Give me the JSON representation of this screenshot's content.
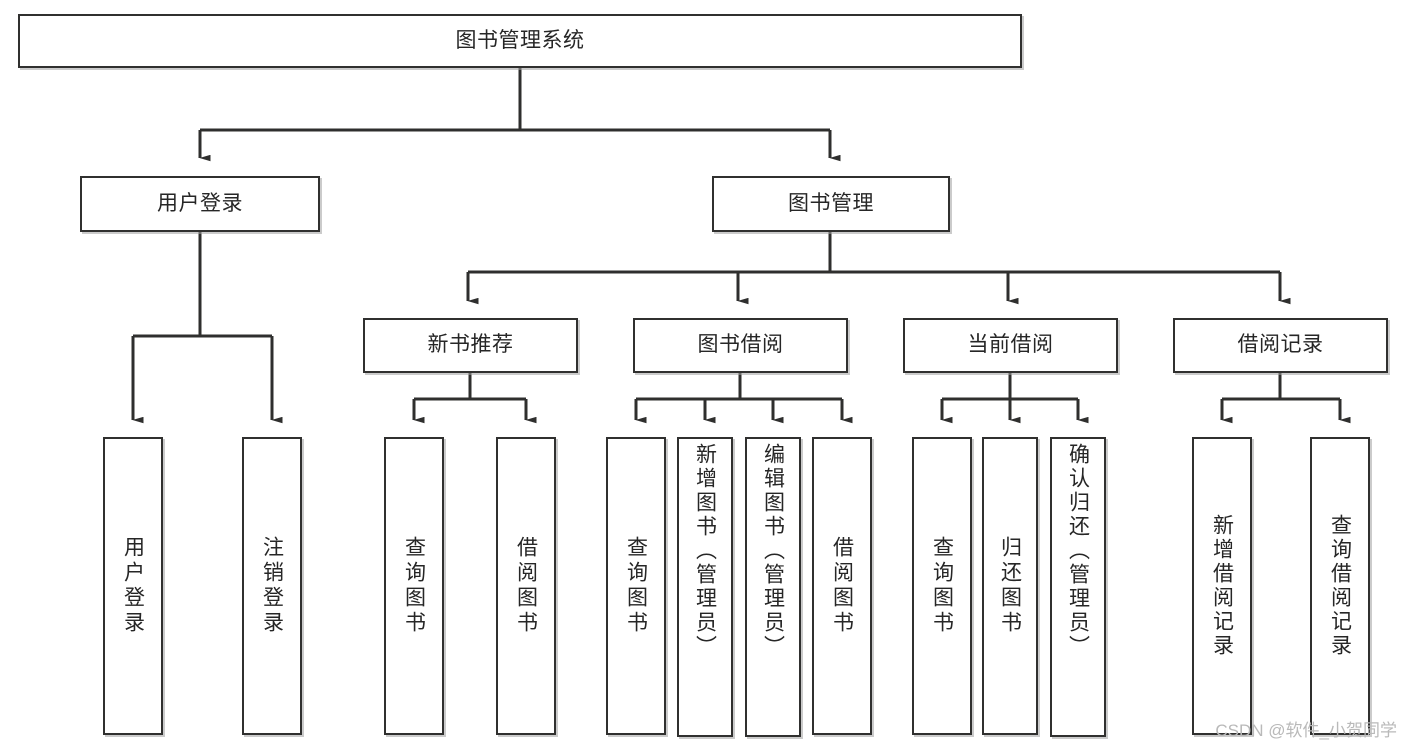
{
  "diagram": {
    "title_node": {
      "label": "图书管理系统"
    },
    "level2": [
      {
        "id": "user-login",
        "label": "用户登录"
      },
      {
        "id": "book-management",
        "label": "图书管理"
      }
    ],
    "level3": [
      {
        "id": "new-book-recommend",
        "label": "新书推荐"
      },
      {
        "id": "book-borrow",
        "label": "图书借阅"
      },
      {
        "id": "current-borrow",
        "label": "当前借阅"
      },
      {
        "id": "borrow-record",
        "label": "借阅记录"
      }
    ],
    "leaves": {
      "user_login": [
        {
          "id": "leaf-user-login",
          "label": "用户登录"
        },
        {
          "id": "leaf-user-logout",
          "label": "注销登录"
        }
      ],
      "new_book_recommend": [
        {
          "id": "leaf-query-book-1",
          "label": "查询图书"
        },
        {
          "id": "leaf-borrow-book-1",
          "label": "借阅图书"
        }
      ],
      "book_borrow": [
        {
          "id": "leaf-query-book-2",
          "label": "查询图书"
        },
        {
          "id": "leaf-add-book",
          "label": "新增图书（管理员）"
        },
        {
          "id": "leaf-edit-book",
          "label": "编辑图书（管理员）"
        },
        {
          "id": "leaf-borrow-book-2",
          "label": "借阅图书"
        }
      ],
      "current_borrow": [
        {
          "id": "leaf-query-book-3",
          "label": "查询图书"
        },
        {
          "id": "leaf-return-book",
          "label": "归还图书"
        },
        {
          "id": "leaf-confirm-return",
          "label": "确认归还（管理员）"
        }
      ],
      "borrow_record": [
        {
          "id": "leaf-add-record",
          "label": "新增借阅记录"
        },
        {
          "id": "leaf-query-record",
          "label": "查询借阅记录"
        }
      ]
    },
    "watermark": "CSDN @软件_小贺同学",
    "colors": {
      "border": "#30302f",
      "text": "#262626",
      "background": "#ffffff",
      "watermark": "#b9b9b9"
    }
  }
}
